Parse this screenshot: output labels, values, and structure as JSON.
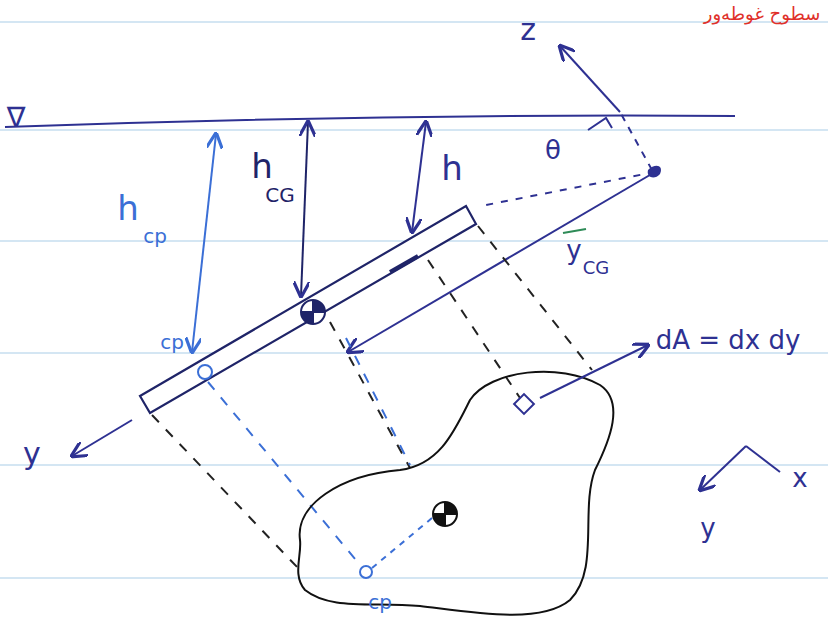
{
  "diagram": {
    "labels": [
      "∇",
      "h",
      "CG",
      "h",
      "h",
      "cp",
      "cp",
      "θ",
      "z",
      "y",
      "CG",
      "y",
      "dA = dx dy",
      "cp",
      "y",
      "x",
      "سطوح غوطه‌ور"
    ]
  }
}
